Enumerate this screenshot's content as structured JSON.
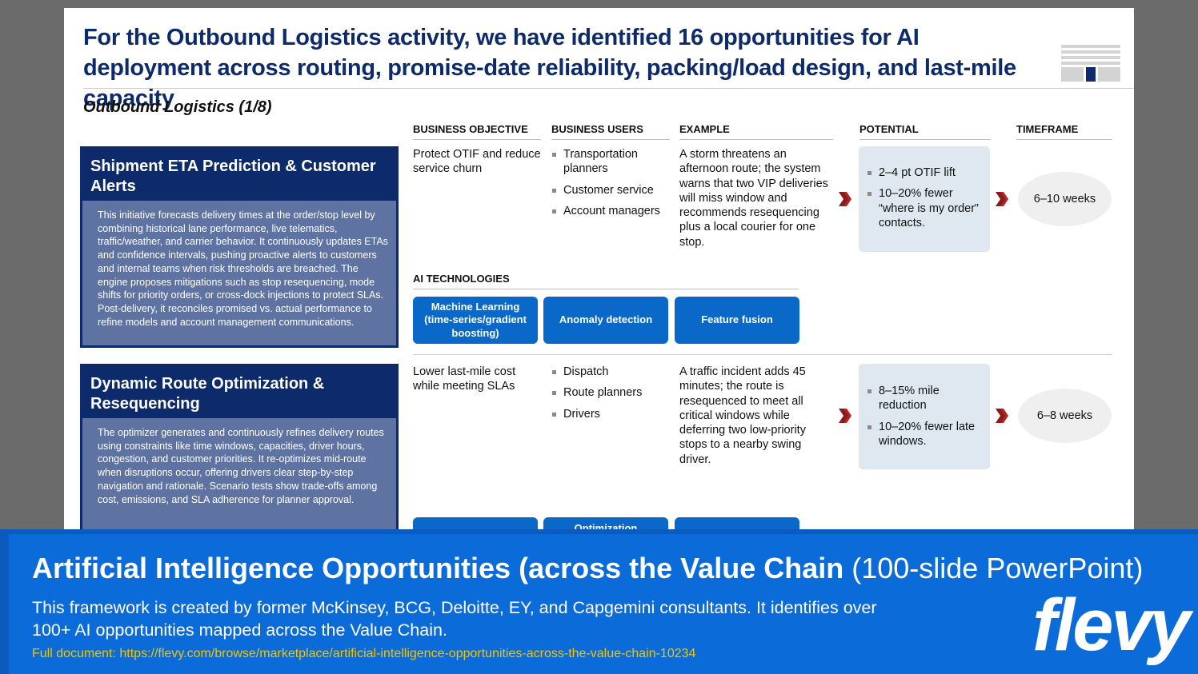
{
  "slide": {
    "title": "For the Outbound Logistics activity, we have identified 16 opportunities for AI deployment across routing, promise-date reliability, packing/load design, and last-mile capacity",
    "section": "Outbound Logistics (1/8)",
    "columns": {
      "objective": "BUSINESS OBJECTIVE",
      "users": "BUSINESS USERS",
      "example": "EXAMPLE",
      "potential": "POTENTIAL",
      "timeframe": "TIMEFRAME"
    },
    "tech_heading": "AI TECHNOLOGIES",
    "initiatives": [
      {
        "name": "Shipment ETA Prediction & Customer Alerts",
        "description": "This initiative forecasts delivery times at the order/stop level by combining historical lane performance, live telematics, traffic/weather, and carrier behavior. It continuously updates ETAs and confidence intervals, pushing proactive alerts to customers and internal teams when risk thresholds are breached. The engine proposes mitigations such as stop resequencing, mode shifts for priority orders, or cross-dock injections to protect SLAs. Post-delivery, it reconciles promised vs. actual performance to refine models and account management communications.",
        "objective": "Protect OTIF and reduce service churn",
        "users": [
          "Transportation planners",
          "Customer service",
          "Account managers"
        ],
        "example": "A storm threatens an afternoon route; the system warns that two VIP deliveries will miss window and recommends resequencing plus a local courier for one stop.",
        "potential": [
          "2–4 pt OTIF lift",
          "10–20% fewer “where is my order” contacts."
        ],
        "timeframe": "6–10 weeks",
        "technologies": [
          "Machine Learning (time-series/gradient boosting)",
          "Anomaly detection",
          "Feature fusion"
        ]
      },
      {
        "name": "Dynamic Route Optimization & Resequencing",
        "description": "The optimizer generates and continuously refines delivery routes using constraints like time windows, capacities, driver hours, congestion, and customer priorities. It re-optimizes mid-route when disruptions occur, offering drivers clear step-by-step navigation and rationale. Scenario tests show trade-offs among cost, emissions, and SLA adherence for planner approval.",
        "objective": "Lower last-mile cost while meeting SLAs",
        "users": [
          "Dispatch",
          "Route planners",
          "Drivers"
        ],
        "example": "A traffic incident adds 45 minutes; the route is resequenced to meet all critical windows while deferring two low-priority stops to a nearby swing driver.",
        "potential": [
          "8–15% mile reduction",
          "10–20% fewer late windows."
        ],
        "timeframe": "6–8 weeks",
        "technologies": [
          "",
          "Optimization",
          ""
        ]
      }
    ]
  },
  "banner": {
    "title_bold": "Artificial Intelligence Opportunities (across the Value Chain",
    "title_light": " (100-slide PowerPoint)",
    "description": "This framework is created by former McKinsey, BCG, Deloitte, EY, and Capgemini consultants. It identifies over 100+ AI opportunities mapped across the Value Chain.",
    "link": "Full document: https://flevy.com/browse/marketplace/artificial-intelligence-opportunities-across-the-value-chain-10234",
    "logo_text": "flevy"
  },
  "colors": {
    "navy": "#0d2a6b",
    "desc_bg": "#5f73a3",
    "tech_blue": "#0a68c8",
    "chevron": "#8b1a1a",
    "potential_bg": "#dfe8f1",
    "banner": "#0b6cd9",
    "link": "#f3c400"
  }
}
